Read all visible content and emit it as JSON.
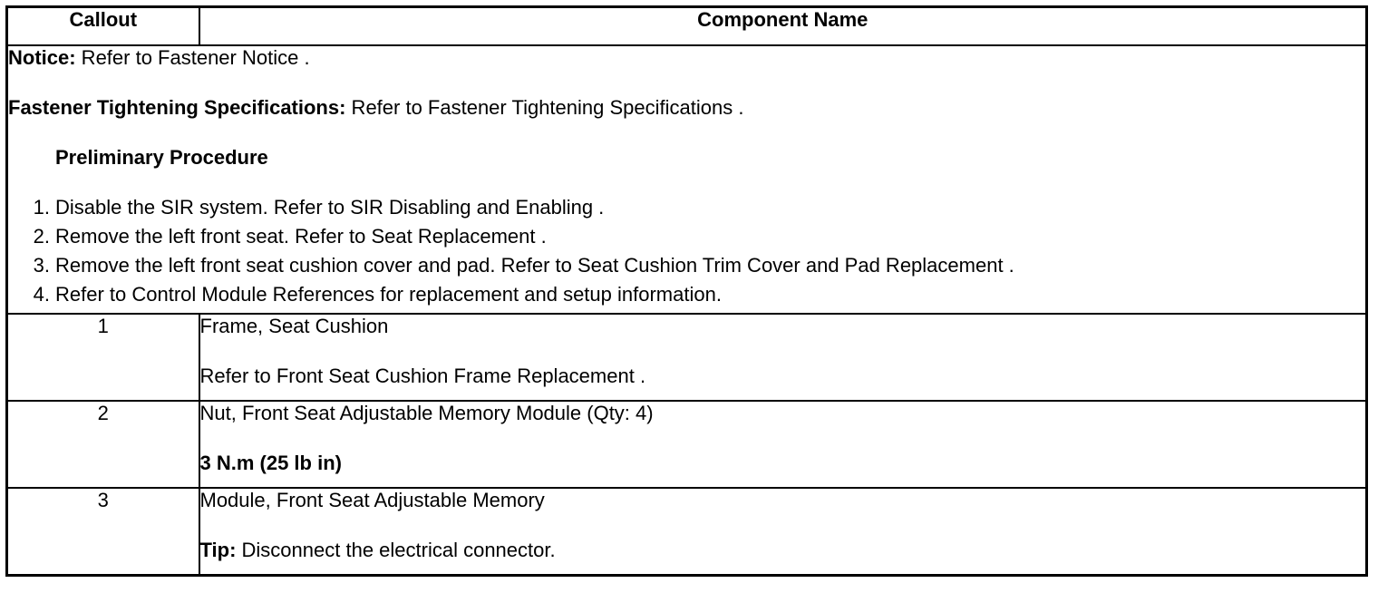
{
  "header": {
    "col_callout": "Callout",
    "col_component": "Component Name"
  },
  "notes": {
    "notice_label": "Notice:",
    "notice_text": " Refer to Fastener Notice .",
    "spec_label": "Fastener Tightening Specifications:",
    "spec_text": " Refer to Fastener Tightening Specifications .",
    "preliminary_heading": "Preliminary Procedure",
    "steps": [
      {
        "num": "1.",
        "text": "Disable the SIR system. Refer to SIR Disabling and Enabling ."
      },
      {
        "num": "2.",
        "text": "Remove the left front seat. Refer to Seat Replacement ."
      },
      {
        "num": "3.",
        "text": "Remove the left front seat cushion cover and pad. Refer to Seat Cushion Trim Cover and Pad Replacement ."
      },
      {
        "num": "4.",
        "text": "Refer to Control Module References for replacement and setup information."
      }
    ]
  },
  "rows": [
    {
      "callout": "1",
      "name": "Frame, Seat Cushion",
      "detail_label": "",
      "detail": "Refer to Front Seat Cushion Frame Replacement .",
      "detail_bold": false
    },
    {
      "callout": "2",
      "name": "Nut, Front Seat Adjustable Memory Module (Qty: 4)",
      "detail_label": "",
      "detail": "3 N.m (25 lb in)",
      "detail_bold": true
    },
    {
      "callout": "3",
      "name": "Module, Front Seat Adjustable Memory",
      "detail_label": "Tip:",
      "detail": " Disconnect the electrical connector.",
      "detail_bold": false
    }
  ]
}
